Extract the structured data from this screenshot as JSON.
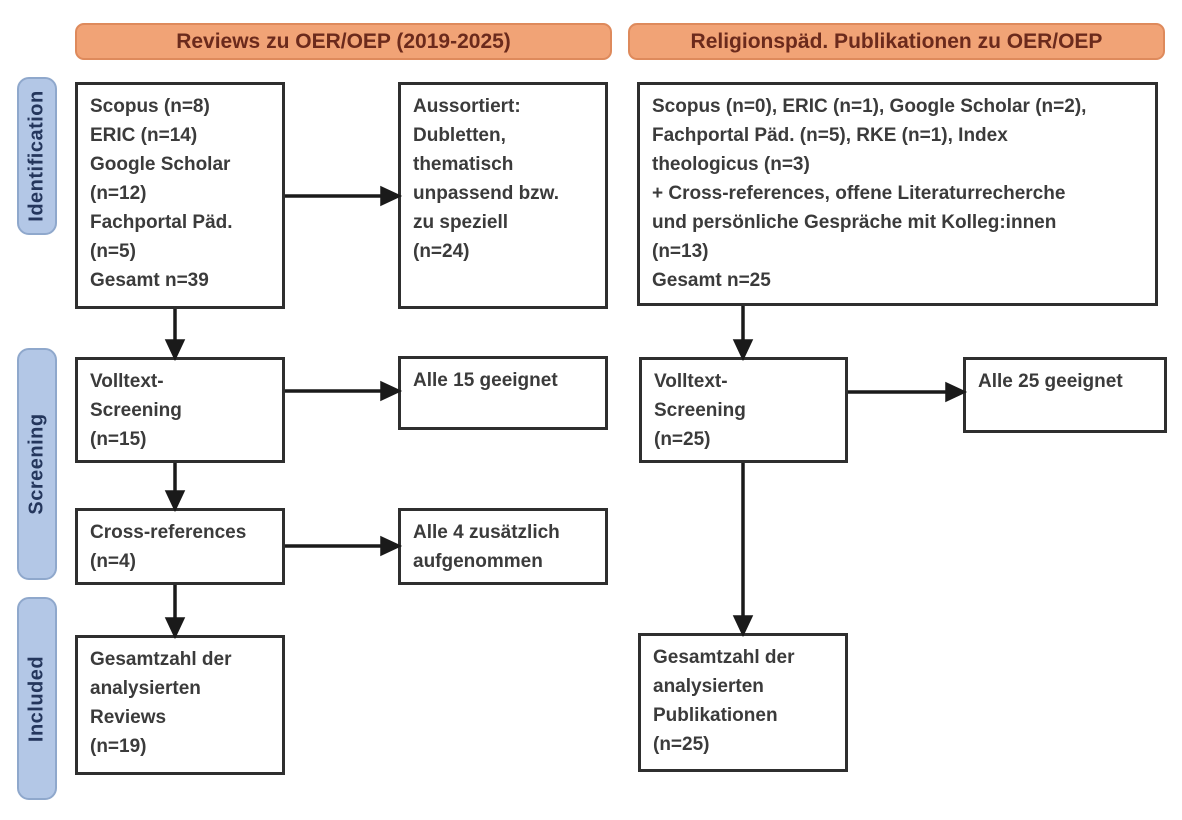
{
  "diagram": {
    "headers": {
      "left": "Reviews zu OER/OEP (2019-2025)",
      "right": "Religionspäd. Publikationen zu OER/OEP"
    },
    "stages": [
      {
        "label": "Identification"
      },
      {
        "label": "Screening"
      },
      {
        "label": "Included"
      }
    ],
    "left_flow": {
      "sources": [
        "Scopus (n=8)",
        "ERIC (n=14)",
        "Google Scholar",
        "(n=12)",
        "Fachportal Päd.",
        "(n=5)",
        "Gesamt n=39"
      ],
      "excluded": [
        "Aussortiert:",
        "Dubletten,",
        "thematisch",
        "unpassend bzw.",
        "zu speziell",
        "(n=24)"
      ],
      "fulltext_screening": [
        "Volltext-",
        "Screening",
        "(n=15)"
      ],
      "fulltext_result": "Alle 15 geeignet",
      "cross_references": [
        "Cross-references",
        "(n=4)"
      ],
      "cross_references_result": [
        "Alle 4 zusätzlich",
        "aufgenommen"
      ],
      "included_total": [
        "Gesamtzahl der",
        "analysierten",
        "Reviews",
        "(n=19)"
      ]
    },
    "right_flow": {
      "sources": [
        "Scopus (n=0), ERIC (n=1), Google Scholar (n=2),",
        "Fachportal Päd. (n=5), RKE (n=1), Index",
        "theologicus (n=3)",
        "+ Cross-references, offene Literaturrecherche",
        "und persönliche Gespräche mit Kolleg:innen",
        "(n=13)",
        "Gesamt n=25"
      ],
      "fulltext_screening": [
        "Volltext-",
        "Screening",
        "(n=25)"
      ],
      "fulltext_result": "Alle 25 geeignet",
      "included_total": [
        "Gesamtzahl der",
        "analysierten",
        "Publikationen",
        "(n=25)"
      ]
    },
    "colors": {
      "header_fill": "#F1A376",
      "header_border": "#DE8A5C",
      "header_text": "#6B2A1C",
      "stage_fill": "#B3C7E6",
      "stage_border": "#8FA8CC",
      "stage_text": "#24365C",
      "box_border": "#2F2F2F",
      "box_text": "#3B3B3B",
      "arrow": "#1A1A1A"
    }
  }
}
